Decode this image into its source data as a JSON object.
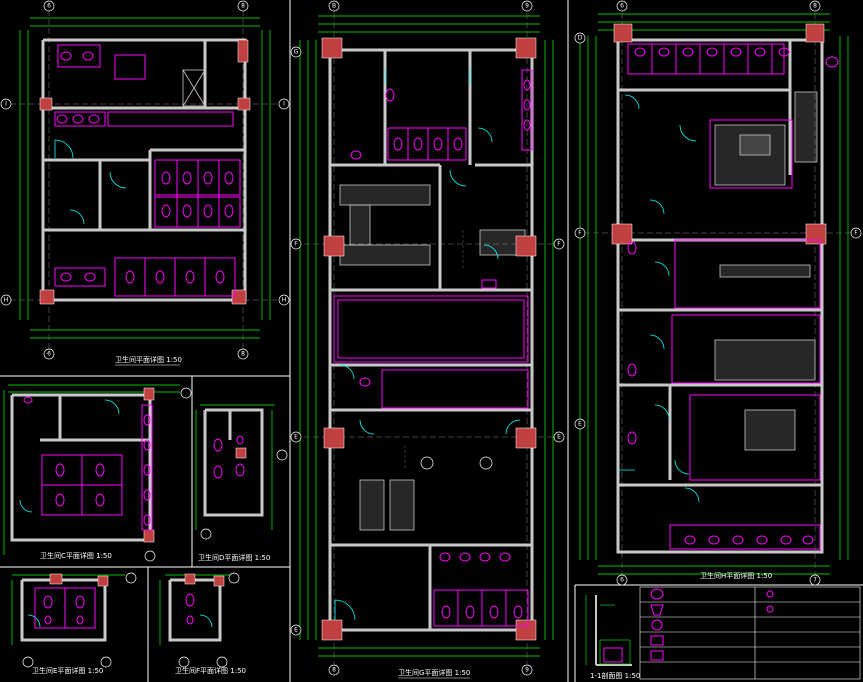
{
  "drawing": {
    "background_color": "#000000",
    "colors": {
      "wall": "#c8c8c8",
      "wall_fill": "#9a9a9a",
      "dimension": "#00ff00",
      "fixture": "#ff00ff",
      "grid_line": "#808080",
      "column": "#c04040",
      "text": "#ffffff",
      "door": "#00ffff",
      "frame": "#ffffff"
    }
  },
  "sheets": [
    {
      "id": "plan-a",
      "title": "卫生间平面详图 1:50",
      "grid_top": [
        "6",
        "8"
      ],
      "grid_bottom": [
        "6",
        "8"
      ],
      "grid_side": [
        "I",
        "H"
      ]
    },
    {
      "id": "plan-b",
      "title": "卫生间C平面详图 1:50"
    },
    {
      "id": "plan-c",
      "title": "卫生间D平面详图 1:50"
    },
    {
      "id": "plan-d",
      "title": "卫生间E平面详图 1:50"
    },
    {
      "id": "plan-e",
      "title": "卫生间F平面详图 1:50"
    },
    {
      "id": "plan-main",
      "title": "卫生间G平面详图 1:50",
      "grid_top": [
        "B",
        "9"
      ],
      "grid_bottom": [
        "8",
        "9"
      ],
      "grid_side": [
        "G",
        "F",
        "E"
      ]
    },
    {
      "id": "plan-right",
      "title": "卫生间H平面详图 1:50",
      "grid_top": [
        "6",
        "8"
      ],
      "grid_bottom": [
        "6",
        "7"
      ],
      "grid_side": [
        "D",
        "E",
        "F"
      ]
    },
    {
      "id": "section",
      "title": "1-1剖面图 1:50"
    }
  ]
}
